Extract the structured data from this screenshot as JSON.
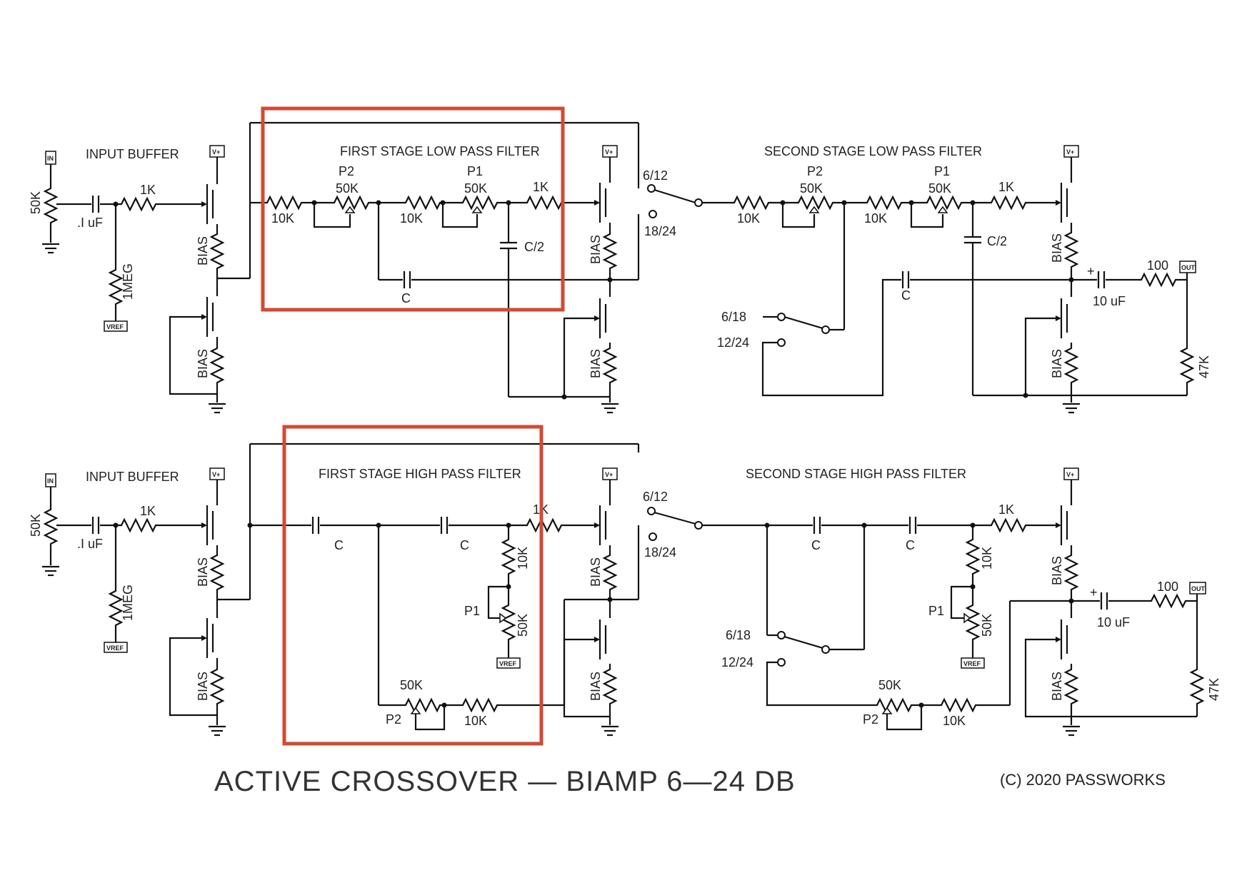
{
  "title": "ACTIVE CROSSOVER — BIAMP 6—24 DB",
  "copyright": "(C) 2020 PASSWORKS",
  "highlight_color": "#d24a33",
  "sections": {
    "input_buffer": "INPUT BUFFER",
    "lp1": "FIRST STAGE LOW PASS FILTER",
    "lp2": "SECOND STAGE LOW PASS FILTER",
    "hp1": "FIRST STAGE HIGH PASS FILTER",
    "hp2": "SECOND STAGE HIGH PASS FILTER"
  },
  "parts": {
    "r1k": "1K",
    "r10k": "10K",
    "r50k": "50K",
    "r1meg": "1MEG",
    "r100": "100",
    "r47k": "47K",
    "cap_in": ".I uF",
    "cap_out": "10 uF",
    "cap_c": "C",
    "cap_c2": "C/2",
    "bias": "BIAS",
    "p1": "P1",
    "p2": "P2",
    "plus": "+"
  },
  "tags": {
    "in": "IN",
    "out": "OUT",
    "vplus": "V+",
    "vref": "VREF"
  },
  "switch": {
    "s612": "6/12",
    "s1824": "18/24",
    "s618": "6/18",
    "s1224": "12/24"
  }
}
